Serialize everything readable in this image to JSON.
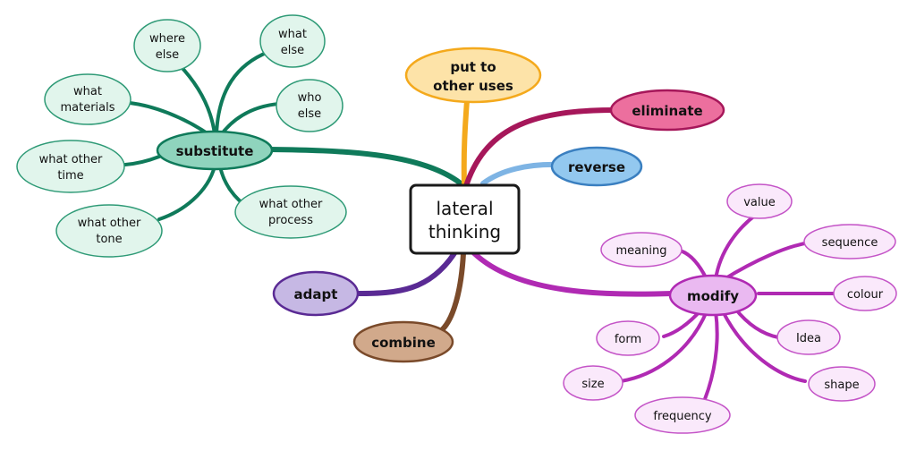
{
  "center": {
    "line1": "lateral",
    "line2": "thinking"
  },
  "branches": {
    "substitute": {
      "label": "substitute",
      "color": "#0f7a5a",
      "fill": "#8fd4bd",
      "children": {
        "where_else": {
          "line1": "where",
          "line2": "else"
        },
        "what_else": {
          "line1": "what",
          "line2": "else"
        },
        "what_materials": {
          "line1": "what",
          "line2": "materials"
        },
        "who_else": {
          "line1": "who",
          "line2": "else"
        },
        "what_other_time": {
          "line1": "what other",
          "line2": "time"
        },
        "what_other_process": {
          "line1": "what other",
          "line2": "process"
        },
        "what_other_tone": {
          "line1": "what other",
          "line2": "tone"
        }
      },
      "child_fill": "#e1f5ec"
    },
    "put_to_other_uses": {
      "line1": "put to",
      "line2": "other uses",
      "color": "#f4a91c",
      "fill": "#fde3a8"
    },
    "eliminate": {
      "label": "eliminate",
      "color": "#a6175a",
      "fill": "#ec6f9e"
    },
    "reverse": {
      "label": "reverse",
      "color": "#7eb4e4",
      "fill": "#93c8ef"
    },
    "adapt": {
      "label": "adapt",
      "color": "#5a2a94",
      "fill": "#c6b8e4"
    },
    "combine": {
      "label": "combine",
      "color": "#7a4a2a",
      "fill": "#d1a98b"
    },
    "modify": {
      "label": "modify",
      "color": "#b02ab3",
      "fill": "#eab9f1",
      "child_fill": "#fae9fb",
      "children": {
        "value": "value",
        "meaning": "meaning",
        "sequence": "sequence",
        "colour": "colour",
        "form": "form",
        "idea": "Idea",
        "size": "size",
        "shape": "shape",
        "frequency": "frequency"
      }
    }
  }
}
